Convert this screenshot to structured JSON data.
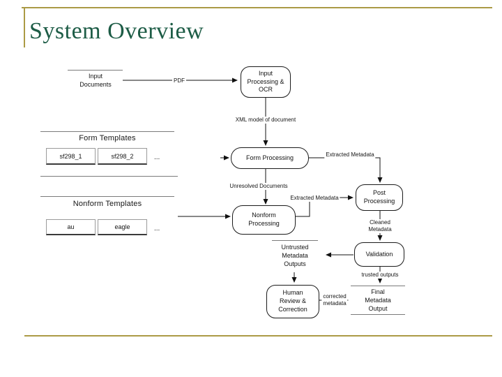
{
  "slide": {
    "title": "System Overview"
  },
  "colors": {
    "title_green": "#1d5c46",
    "frame_gold": "#ab9a45",
    "line_gray": "#7a7a7a",
    "diagram_ink": "#151515"
  },
  "stores": {
    "input_documents": "Input\nDocuments",
    "form_templates": "Form Templates",
    "nonform_templates": "Nonform Templates",
    "untrusted_outputs": "Untrusted\nMetadata\nOutputs",
    "final_output": "Final\nMetadata\nOutput"
  },
  "templates": {
    "form": [
      "sf298_1",
      "sf298_2",
      "..."
    ],
    "nonform": [
      "au",
      "eagle",
      "..."
    ]
  },
  "processes": {
    "input_processing": "Input\nProcessing &\nOCR",
    "form_processing": "Form Processing",
    "nonform_processing": "Nonform\nProcessing",
    "post_processing": "Post\nProcessing",
    "validation": "Validation",
    "human_review": "Human\nReview &\nCorrection"
  },
  "edge_labels": {
    "pdf": "PDF",
    "xml_model": "XML model of document",
    "extracted_metadata_1": "Extracted Metadata",
    "unresolved_documents": "Unresolved Documents",
    "extracted_metadata_2": "Extracted Metadata",
    "cleaned_metadata": "Cleaned\nMetadata",
    "trusted_outputs": "trusted outputs",
    "corrected_metadata": "corrected\nmetadata"
  }
}
